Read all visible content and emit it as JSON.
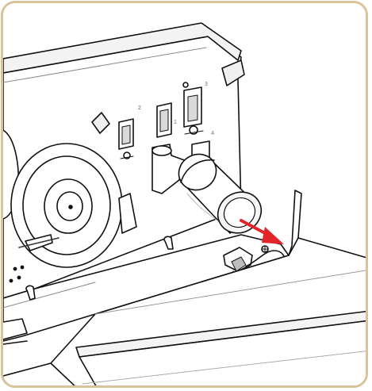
{
  "figure": {
    "slot_labels": [
      "1",
      "2",
      "3",
      "4"
    ],
    "colors": {
      "frame_border": "#d8c39a",
      "outline": "#111111",
      "panel_fill": "#ffffff",
      "shade": "#e6e6e6",
      "arrow": "#e1262b"
    },
    "icons": [
      "cable-connector-icon",
      "direction-arrow-icon"
    ]
  }
}
